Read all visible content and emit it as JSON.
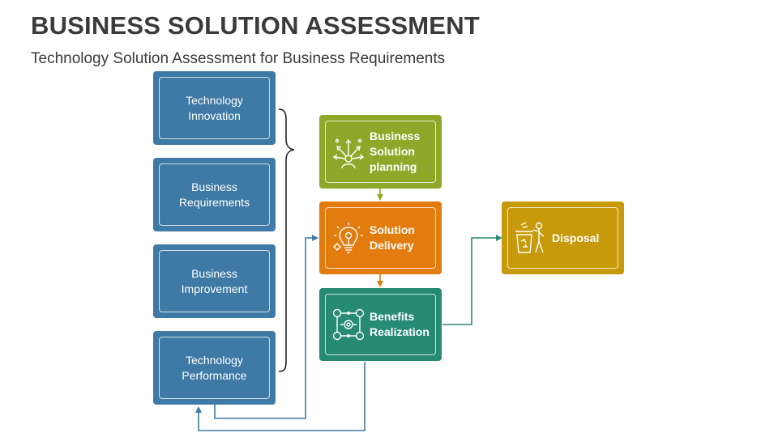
{
  "header": {
    "title": "BUSINESS SOLUTION ASSESSMENT",
    "subtitle": "Technology Solution Assessment for Business Requirements"
  },
  "left_items": [
    {
      "line1": "Technology",
      "line2": "Innovation"
    },
    {
      "line1": "Business",
      "line2": "Requirements"
    },
    {
      "line1": "Business",
      "line2": "Improvement"
    },
    {
      "line1": "Technology",
      "line2": "Performance"
    }
  ],
  "stages": {
    "planning": {
      "line1": "Business",
      "line2": "Solution",
      "line3": "planning",
      "icon": "strategy-directions-icon",
      "color": "#8fa82a"
    },
    "delivery": {
      "line1": "Solution",
      "line2": "Delivery",
      "icon": "lightbulb-gear-icon",
      "color": "#e27c0e"
    },
    "benefits": {
      "line1": "Benefits",
      "line2": "Realization",
      "icon": "network-nodes-icon",
      "color": "#268a74"
    },
    "disposal": {
      "line1": "Disposal",
      "icon": "recycle-bin-person-icon",
      "color": "#c79a0b"
    }
  },
  "colors": {
    "left_box": "#3e7aa5",
    "connector_blue": "#3e7aa5",
    "connector_green": "#268a74",
    "arrow_green": "#8fa82a",
    "arrow_orange": "#e27c0e"
  }
}
